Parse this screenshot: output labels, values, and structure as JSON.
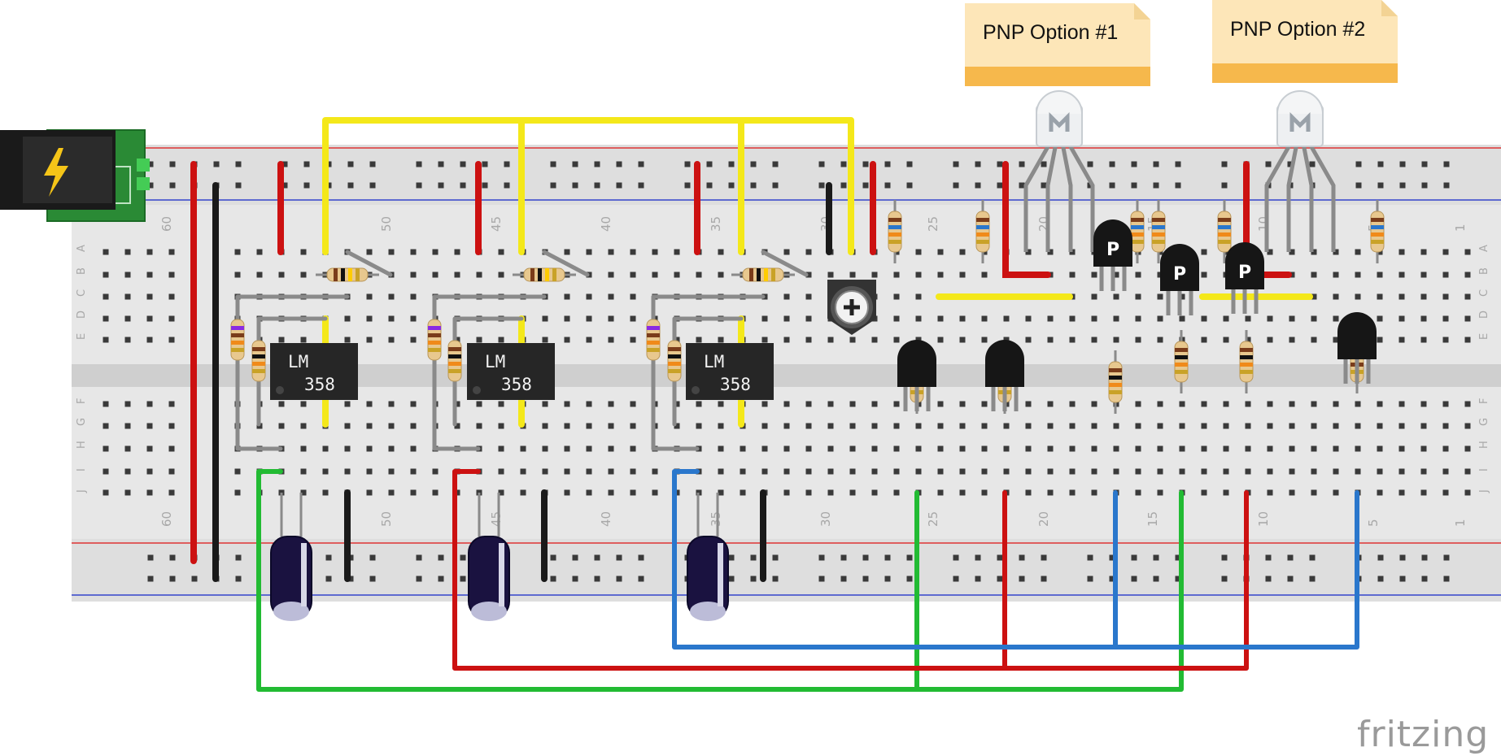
{
  "notes": [
    {
      "label": "PNP Option #1"
    },
    {
      "label": "PNP Option #2"
    }
  ],
  "chips": [
    {
      "line1": "LM",
      "line2": "358"
    },
    {
      "line1": "LM",
      "line2": "358"
    },
    {
      "line1": "LM",
      "line2": "358"
    }
  ],
  "column_numbers": [
    "60",
    "50",
    "45",
    "40",
    "35",
    "30",
    "25",
    "20",
    "15",
    "10",
    "5",
    "1"
  ],
  "row_letters_top": [
    "A",
    "B",
    "C",
    "D",
    "E"
  ],
  "row_letters_bottom": [
    "F",
    "G",
    "H",
    "I",
    "J"
  ],
  "transistor_letter": "P",
  "brand": "fritzing",
  "colors": {
    "breadboard": "#d8d8d8",
    "wire_red": "#cc1111",
    "wire_black": "#1a1a1a",
    "wire_yellow": "#f4e81a",
    "wire_green": "#22bb33",
    "wire_blue": "#2a77cc",
    "wire_gray": "#8a8a8a",
    "note": "#fde6b8",
    "note_band": "#f6b84c"
  },
  "icons": [
    "lightning-icon",
    "led-icon",
    "potentiometer-icon",
    "transistor-icon",
    "capacitor-icon",
    "resistor-icon"
  ]
}
